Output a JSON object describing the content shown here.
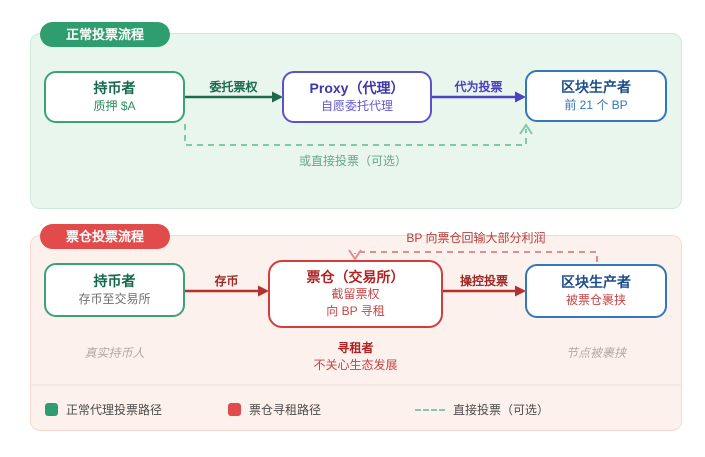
{
  "colors": {
    "green_accent": "#2f9e6e",
    "green_dark": "#1d6b4f",
    "green_panel_bg": "#e9f6ee",
    "green_dashed": "#82c9a6",
    "purple_accent": "#5f51c9",
    "purple_dark": "#4036ad",
    "blue_accent": "#3476ba",
    "blue_dark": "#1d4e8c",
    "red_accent": "#e14b4b",
    "red_dark": "#b02323",
    "red_arrow": "#b5312f",
    "red_dashed": "#db9090",
    "pink_panel_bg": "#fdf1ee",
    "gray_caption": "#b3a9a4"
  },
  "top_panel": {
    "badge": "正常投票流程",
    "nodes": [
      {
        "title": "持币者",
        "subtitle": "质押 $A"
      },
      {
        "title": "Proxy（代理）",
        "subtitle": "自愿委托代理"
      },
      {
        "title": "区块生产者",
        "subtitle": "前 21 个 BP"
      }
    ],
    "arrows": [
      {
        "label": "委托票权"
      },
      {
        "label": "代为投票"
      }
    ],
    "dashed_label": "或直接投票（可选）"
  },
  "bottom_panel": {
    "badge": "票仓投票流程",
    "nodes": [
      {
        "title": "持币者",
        "subtitle": "存币至交易所"
      },
      {
        "title": "票仓（交易所）",
        "subtitle1": "截留票权",
        "subtitle2": "向 BP 寻租"
      },
      {
        "title": "区块生产者",
        "subtitle": "被票仓裹挟"
      }
    ],
    "arrows": [
      {
        "label": "存币"
      },
      {
        "label": "操控投票"
      }
    ],
    "feedback_label": "BP 向票仓回输大部分利润",
    "captions": {
      "holder": "真实持币人",
      "warehouse_title": "寻租者",
      "warehouse_sub": "不关心生态发展",
      "bp": "节点被裹挟"
    }
  },
  "legend": {
    "items": [
      {
        "label": "正常代理投票路径",
        "color": "#2f9e6e"
      },
      {
        "label": "票仓寻租路径",
        "color": "#e14b4b"
      },
      {
        "label": "直接投票（可选）",
        "style": "dashed"
      }
    ]
  }
}
